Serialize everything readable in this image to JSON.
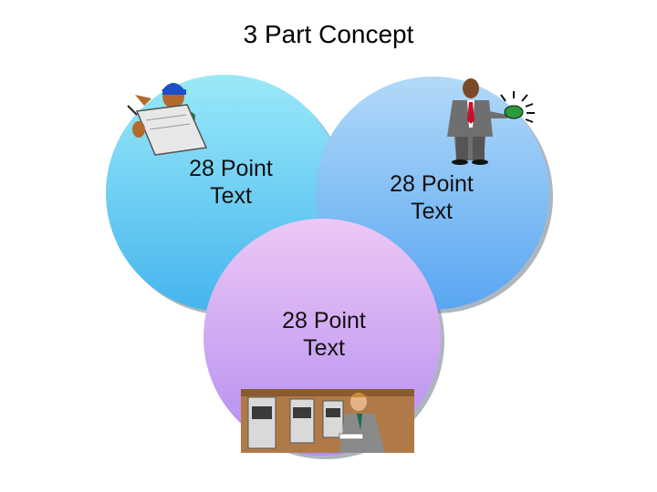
{
  "title": "3 Part Concept",
  "circles": [
    {
      "id": "left",
      "line1": "28 Point",
      "line2": "Text",
      "color_top": "#8fe6f7",
      "color_bottom": "#49b6ee"
    },
    {
      "id": "right",
      "line1": "28 Point",
      "line2": "Text",
      "color_top": "#a6d2f7",
      "color_bottom": "#5aa4f0"
    },
    {
      "id": "bottom",
      "line1": "28 Point",
      "line2": "Text",
      "color_top": "#e9c2f4",
      "color_bottom": "#b88ef0"
    }
  ]
}
